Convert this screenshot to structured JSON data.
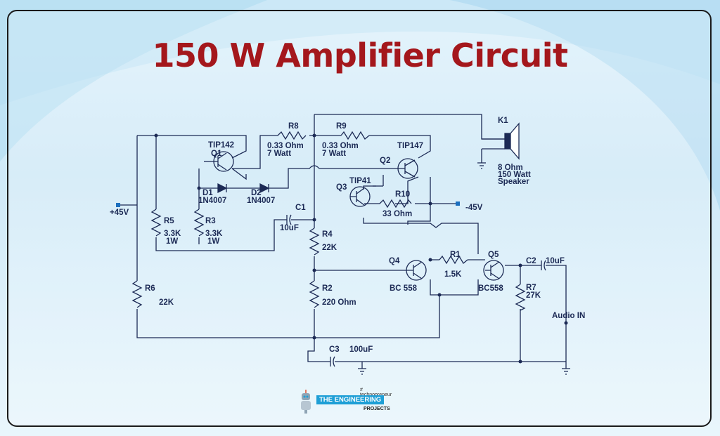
{
  "title": "150 W Amplifier Circuit",
  "colors": {
    "title": "#a4171c",
    "wire": "#1c2a55",
    "accent": "#1e9fd6"
  },
  "components": {
    "q1": {
      "name": "TIP142",
      "ref": "Q1"
    },
    "q2": {
      "ref": "Q2",
      "name": "TIP147"
    },
    "q3": {
      "ref": "Q3",
      "name": "TIP41"
    },
    "q4": {
      "ref": "Q4",
      "name": "BC 558"
    },
    "q5": {
      "ref": "Q5",
      "name": "BC558"
    },
    "r8": {
      "ref": "R8",
      "value": "0.33 Ohm",
      "power": "7 Watt"
    },
    "r9": {
      "ref": "R9",
      "value": "0.33 Ohm",
      "power": "7 Watt"
    },
    "r10": {
      "ref": "R10",
      "value": "33 Ohm"
    },
    "r5": {
      "ref": "R5",
      "value": "3.3K",
      "power": "1W"
    },
    "r3": {
      "ref": "R3",
      "value": "3.3K",
      "power": "1W"
    },
    "r4": {
      "ref": "R4",
      "value": "22K"
    },
    "r2": {
      "ref": "R2",
      "value": "220 Ohm"
    },
    "r6": {
      "ref": "R6",
      "value": "22K"
    },
    "r1": {
      "ref": "R1",
      "value": "1.5K"
    },
    "r7": {
      "ref": "R7",
      "value": "27K"
    },
    "d1": {
      "ref": "D1",
      "value": "1N4007"
    },
    "d2": {
      "ref": "D2",
      "value": "1N4007"
    },
    "c1": {
      "ref": "C1",
      "value": "10uF"
    },
    "c2": {
      "ref": "C2",
      "value": "10uF"
    },
    "c3": {
      "ref": "C3",
      "value": "100uF"
    },
    "k1": {
      "ref": "K1",
      "line1": "8 Ohm",
      "line2": "150 Watt",
      "line3": "Speaker"
    },
    "vpos": "+45V",
    "vneg": "-45V",
    "audio_in": "Audio IN"
  },
  "logo": {
    "tag": "# technopreneur",
    "box": "THE ENGINEERING",
    "sub": "PROJECTS"
  }
}
